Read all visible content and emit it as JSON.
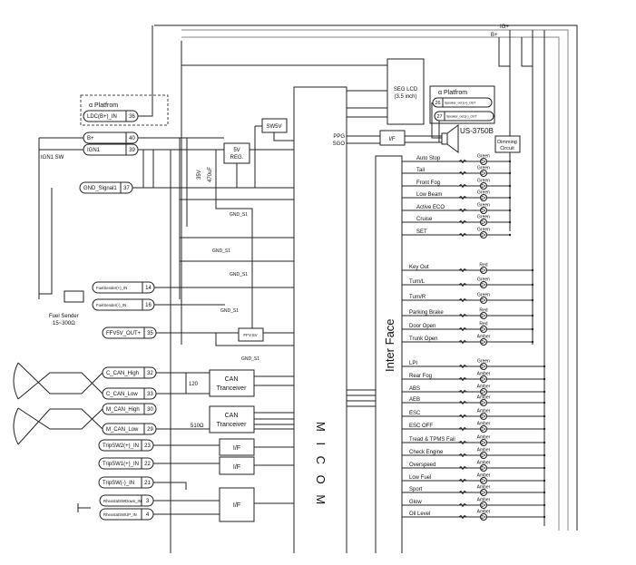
{
  "platform_label": "α  Platfrom",
  "platform_label2": "α  Platfrom",
  "connectors_left": [
    {
      "label": "LDC(B+)_IN",
      "pin": "36"
    },
    {
      "label": "B+",
      "pin": "40"
    },
    {
      "label": "IGN1",
      "pin": "39"
    },
    {
      "label": "GND_Signal1",
      "pin": "37"
    },
    {
      "label": "FuelSender(+)_IN",
      "pin": "14"
    },
    {
      "label": "FuelSender(-)_IN",
      "pin": "16"
    },
    {
      "label": "FFV5V_OUT+",
      "pin": "35"
    },
    {
      "label": "C_CAN_High",
      "pin": "32"
    },
    {
      "label": "C_CAN_Low",
      "pin": "33"
    },
    {
      "label": "M_CAN_High",
      "pin": "30"
    },
    {
      "label": "M_CAN_Low",
      "pin": "29"
    },
    {
      "label": "TripSW2(+)_IN",
      "pin": "23"
    },
    {
      "label": "TripSW1(+)_IN",
      "pin": "22"
    },
    {
      "label": "TripSW(-)_IN",
      "pin": "21"
    },
    {
      "label": "RheostatSWDown_IN",
      "pin": "3"
    },
    {
      "label": "RheostatSWUP_IN",
      "pin": "4"
    }
  ],
  "connectors_right": [
    {
      "label": "Speaker_out1(+)_OUT",
      "pin": "26"
    },
    {
      "label": "Speaker_out1(-)_OUT",
      "pin": "27"
    }
  ],
  "blocks": {
    "micom": "M I C O M",
    "interface": "Inter Face",
    "seg_lcd_1": "SEG LCD",
    "seg_lcd_2": "(3.5 inch)",
    "if": "I/F",
    "sw5v": "SW5V",
    "reg_1": "5V",
    "reg_2": "REG.",
    "ffv5v": "FFV 5V",
    "can1_1": "CAN",
    "can1_2": "Tranceiver",
    "can2_1": "CAN",
    "can2_2": "Tranceiver",
    "if_trip2": "I/F",
    "if_trip1": "I/F",
    "if_rheo": "I/F",
    "dimming_1": "Dimming",
    "dimming_2": "Circuit",
    "speaker": "US-3750B"
  },
  "labels": {
    "ign1_sw": "IGN1 SW",
    "fuel_sender": "Fuel Sender",
    "fuel_sender_range": "15~300Ω",
    "cap_v": "35V",
    "cap_uf": "470uF",
    "gnd": "GND_S1",
    "r120": "120",
    "r510": "510Ω",
    "ppg": "PPG",
    "sgo": "SGO",
    "ig_plus": "IG+",
    "b_plus": "B+"
  },
  "indicators": [
    {
      "label": "Auto Stop",
      "color": "Green"
    },
    {
      "label": "Tail",
      "color": "Green"
    },
    {
      "label": "Front Fog",
      "color": "Green"
    },
    {
      "label": "Low Beam",
      "color": "Green"
    },
    {
      "label": "Active ECO",
      "color": "Green"
    },
    {
      "label": "Cruise",
      "color": "Green"
    },
    {
      "label": "SET",
      "color": "Green"
    },
    {
      "label": "Key Out",
      "color": "Red"
    },
    {
      "label": "Turn/L",
      "color": "Green"
    },
    {
      "label": "Turn/R",
      "color": "Green"
    },
    {
      "label": "Parking Brake",
      "color": "Red"
    },
    {
      "label": "Door Open",
      "color": "Red"
    },
    {
      "label": "Trunk Open",
      "color": "Amber"
    },
    {
      "label": "LPI",
      "color": "Green"
    },
    {
      "label": "Rear Fog",
      "color": "Amber"
    },
    {
      "label": "ABS",
      "color": "Amber"
    },
    {
      "label": "AEB",
      "color": "Amber"
    },
    {
      "label": "ESC",
      "color": "Amber"
    },
    {
      "label": "ESC OFF",
      "color": "Amber"
    },
    {
      "label": "Tread & TPMS Fail",
      "color": "Amber"
    },
    {
      "label": "Check Engine",
      "color": "Amber"
    },
    {
      "label": "Overspeed",
      "color": "Amber"
    },
    {
      "label": "Low Fuel",
      "color": "Amber"
    },
    {
      "label": "Sport",
      "color": "Amber"
    },
    {
      "label": "Glow",
      "color": "Amber"
    },
    {
      "label": "Oil Level",
      "color": "Amber"
    }
  ]
}
